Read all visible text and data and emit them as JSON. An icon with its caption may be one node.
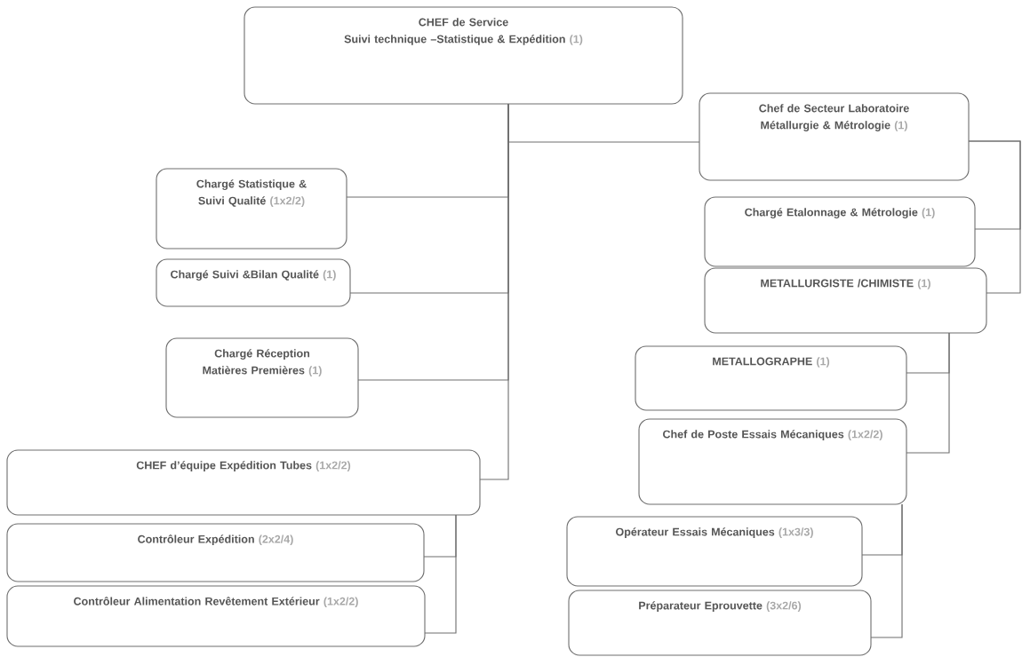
{
  "diagram": {
    "nodes": [
      {
        "text": [
          "CHEF de Service",
          "Suivi  technique –Statistique & Expédition",
          "(1)"
        ]
      },
      {
        "text": [
          "Chef de Secteur Laboratoire Métallurgie & Métrologie",
          "(1)"
        ]
      },
      {
        "text": [
          "Chargé Statistique & Suivi Qualité",
          "(1x2/2)"
        ]
      },
      {
        "text": [
          "Chargé Etalonnage & Métrologie",
          "(1)"
        ]
      },
      {
        "text": [
          "Chargé Suivi &Bilan Qualité",
          "(1)"
        ]
      },
      {
        "text": [
          "METALLURGISTE /CHIMISTE",
          "(1)"
        ]
      },
      {
        "text": [
          "Chargé Réception Matières Premières",
          "(1)"
        ]
      },
      {
        "text": [
          "METALLOGRAPHE",
          "(1)"
        ]
      },
      {
        "text": [
          "Chef de Poste Essais Mécaniques",
          "(1x2/2)"
        ]
      },
      {
        "text": [
          "CHEF d’équipe Expédition  Tubes",
          "(1x2/2)"
        ]
      },
      {
        "text": [
          "Contrôleur  Expédition",
          "(2x2/4)"
        ]
      },
      {
        "text": [
          "Opérateur Essais Mécaniques",
          "(1x3/3)"
        ]
      },
      {
        "text": [
          "Contrôleur Alimentation Revêtement Extérieur",
          "(1x2/2)"
        ]
      },
      {
        "text": [
          "Préparateur  Eprouvette",
          "(3x2/6)"
        ]
      }
    ],
    "edges": [
      {
        "from": 0,
        "to": 1,
        "arrow": "none"
      },
      {
        "from": 0,
        "to": 2,
        "arrow": "none"
      },
      {
        "from": 0,
        "to": 4,
        "arrow": "none"
      },
      {
        "from": 0,
        "to": 6,
        "arrow": "none"
      },
      {
        "from": 0,
        "to": 9,
        "arrow": "none"
      },
      {
        "from": 1,
        "to": 3,
        "arrow": "none"
      },
      {
        "from": 1,
        "to": 5,
        "arrow": "none"
      },
      {
        "from": 5,
        "to": 7,
        "arrow": "none"
      },
      {
        "from": 5,
        "to": 8,
        "arrow": "none"
      },
      {
        "from": 8,
        "to": 11,
        "arrow": "none"
      },
      {
        "from": 8,
        "to": 13,
        "arrow": "none"
      },
      {
        "from": 9,
        "to": 10,
        "arrow": "none"
      },
      {
        "from": 9,
        "to": 12,
        "arrow": "none"
      }
    ]
  }
}
